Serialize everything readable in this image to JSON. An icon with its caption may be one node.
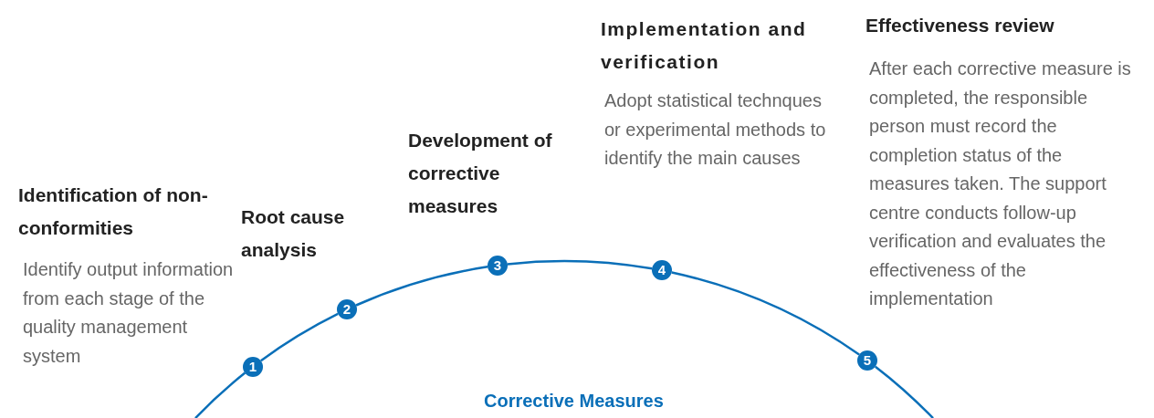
{
  "diagram": {
    "title": "Corrective Measures",
    "nodes": [
      {
        "text": [
          "1"
        ],
        "beside": [
          "Identification of non-conformities",
          "Identify output information from each stage of the quality management system"
        ]
      },
      {
        "text": [
          "2"
        ],
        "beside": [
          "Root cause analysis"
        ]
      },
      {
        "text": [
          "3"
        ],
        "beside": [
          "Development of corrective measures"
        ]
      },
      {
        "text": [
          "4"
        ],
        "beside": [
          "Implementation and verification",
          "Adopt statistical technques or experimental methods to identify the main causes"
        ]
      },
      {
        "text": [
          "5"
        ],
        "beside": [
          "Effectiveness review",
          "After each corrective measure is completed, the responsible person must record the completion status of the measures taken. The support centre conducts follow-up verification and evaluates the effectiveness of the implementation"
        ]
      }
    ],
    "edges": [
      {
        "from": null,
        "to": 0,
        "arrow": "none"
      },
      {
        "from": 0,
        "to": 1,
        "arrow": "none"
      },
      {
        "from": 1,
        "to": 2,
        "arrow": "none"
      },
      {
        "from": 2,
        "to": 3,
        "arrow": "none"
      },
      {
        "from": 3,
        "to": 4,
        "arrow": "none"
      },
      {
        "from": 4,
        "to": null,
        "arrow": "none"
      }
    ]
  }
}
